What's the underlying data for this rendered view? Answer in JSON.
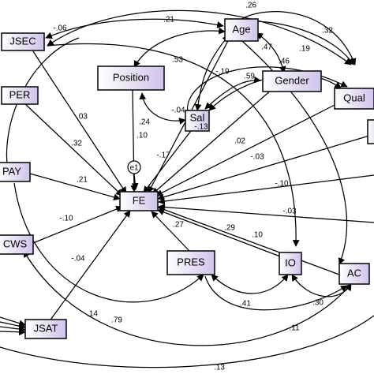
{
  "nodes": {
    "jsec": "JSEC",
    "per": "PER",
    "pay": "PAY",
    "cws": "CWS",
    "jsat": "JSAT",
    "position": "Position",
    "age": "Age",
    "sal": "Sal",
    "gender": "Gender",
    "qual": "Qual",
    "fe": "FE",
    "pres": "PRES",
    "io": "IO",
    "ac": "AC",
    "error": "e1"
  },
  "coefficients": {
    "c_top_26": ".26",
    "c_jsec_age_21": ".21",
    "c_jsec_06": "-.06",
    "c_age_qual_32": ".32",
    "c_47": ".47",
    "c_19": ".19",
    "c_53": ".53",
    "c_46": ".46",
    "c_m19": "-.19",
    "c_59": ".59",
    "c_m04": "-.04",
    "c_m13": "-.13",
    "c_24": ".24",
    "c_jsec_fe_03": ".03",
    "c_per_fe_32": ".32",
    "c_pos_fe_10": ".10",
    "c_sal_fe_m17": "-.17",
    "c_02": ".02",
    "c_m03_upper": "-.03",
    "c_pay_fe_21": ".21",
    "c_m10_right": "-.10",
    "c_m03_lower": "-.03",
    "c_cws_fe_m10": "-.10",
    "c_pres_fe_27": ".27",
    "c_io_fe_29": ".29",
    "c_ac_fe_10": ".10",
    "c_jsat_fe_m04": "-.04",
    "c_jsat_14": ".14",
    "c_jsat_79": ".79",
    "c_pres_io_41": ".41",
    "c_io_ac_30": ".30",
    "c_11": ".11",
    "c_13": ".13"
  }
}
